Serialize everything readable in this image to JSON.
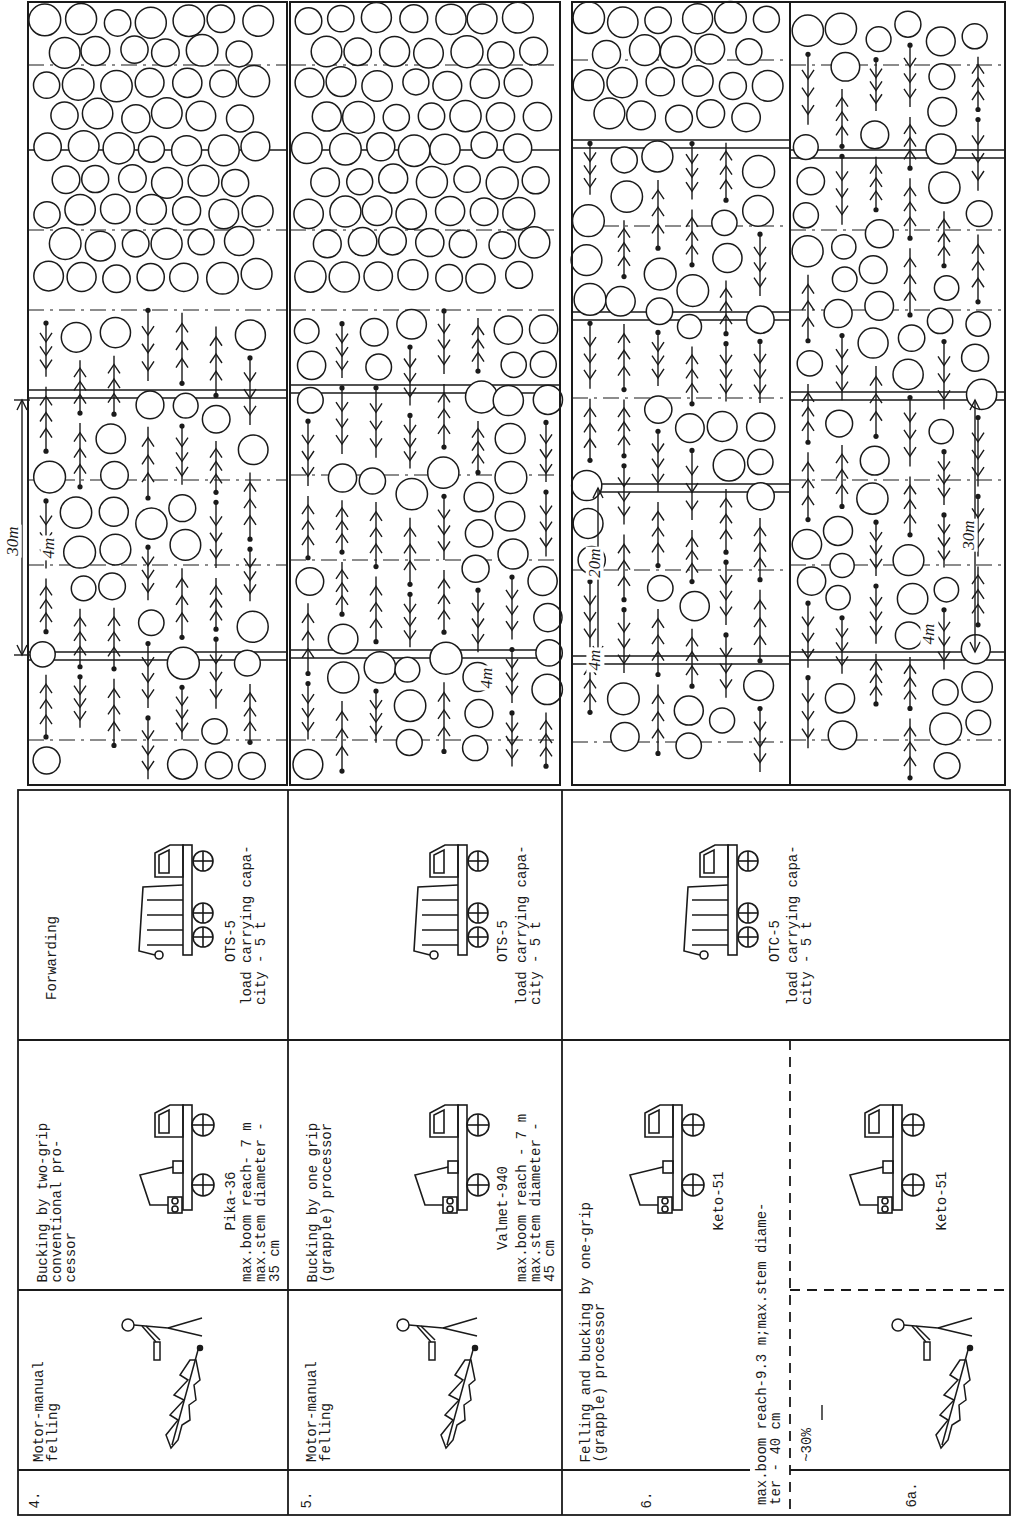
{
  "diagram": {
    "labels": [
      "30m",
      "4m",
      "4m",
      "20m",
      "4m",
      "30m",
      "4m",
      "4.",
      "Motor-manual felling",
      "Bucking by two-grip conventional pro- cessor",
      "Forwarding",
      "Pika-36",
      "max.boom reach- 7 m max.stem diameter - 35 cm",
      "OTS-5",
      "load carrying capa- city - 5 t",
      "5.",
      "Motor-manual felling",
      "Bucking by one grip (grapple) processor",
      "Valmet-940",
      "max.boom reach - 7 m max.stem diameter - 45 cm",
      "OTS-5",
      "load carrying capa- city - 5 t",
      "6.",
      "Felling and bucking by one-grip (grapple) processor",
      "Keto-51",
      "max.boom reach-9.3 m;max.stem diame- ter - 40 cm",
      "OTC-5",
      "load carrying capa- city - 5 t",
      "6a.",
      "~30%",
      "Keto-51"
    ]
  }
}
